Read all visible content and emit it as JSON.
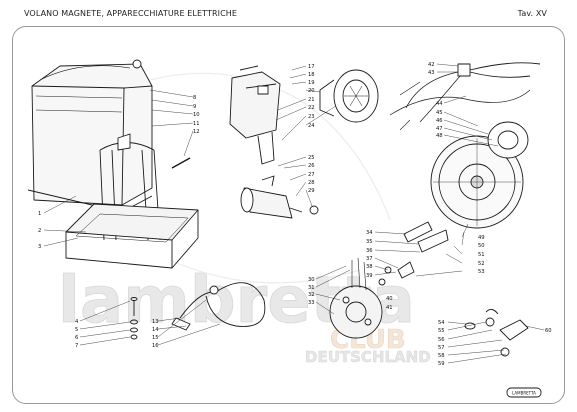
{
  "header": {
    "title": "VOLANO MAGNETE, APPARECCHIATURE ELETTRICHE",
    "plate": "Tav. XV"
  },
  "watermark": {
    "brand": "lambretta",
    "club": "CLUB",
    "country": "DEUTSCHLAND"
  },
  "logo": {
    "text": "LAMBRETTA"
  },
  "parts": [
    "1",
    "2",
    "3",
    "4",
    "5",
    "6",
    "7",
    "8",
    "9",
    "10",
    "11",
    "12",
    "13",
    "14",
    "15",
    "16",
    "17",
    "18",
    "19",
    "20",
    "21",
    "22",
    "23",
    "24",
    "25",
    "26",
    "27",
    "28",
    "29",
    "30",
    "31",
    "32",
    "33",
    "34",
    "35",
    "36",
    "37",
    "38",
    "39",
    "40",
    "41",
    "42",
    "43",
    "44",
    "45",
    "46",
    "47",
    "48",
    "49",
    "50",
    "51",
    "52",
    "53",
    "54",
    "55",
    "56",
    "57",
    "58",
    "59",
    "60"
  ],
  "colors": {
    "line": "#1a1a1a",
    "watermark": "#e6e6e6",
    "accent": "#f2e2d2"
  }
}
